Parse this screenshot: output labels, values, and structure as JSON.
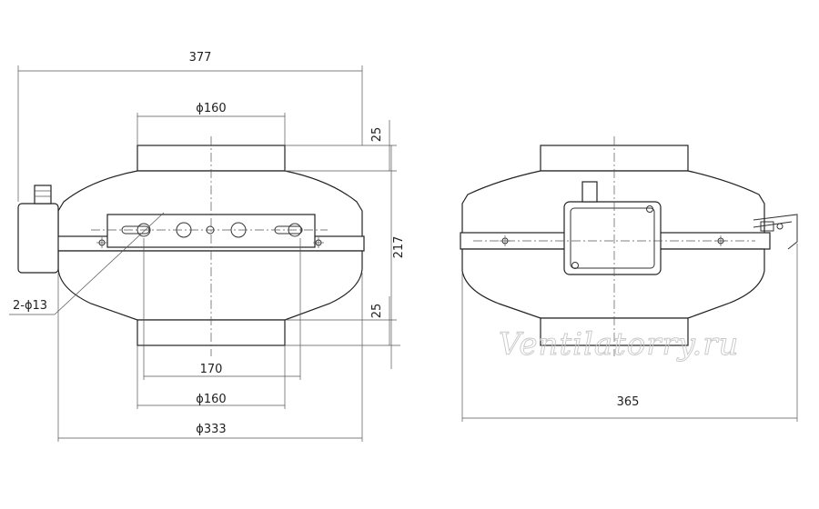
{
  "watermark": "Ventilatorry.ru",
  "front_view": {
    "overall_width": "377",
    "outlet_diameter_top": "ϕ160",
    "collar_height_top": "25",
    "total_height": "217",
    "collar_height_bottom": "25",
    "mounting_holes": "2-ϕ13",
    "hole_spacing": "170",
    "inlet_diameter_bottom": "ϕ160",
    "housing_diameter": "ϕ333"
  },
  "side_view": {
    "overall_depth": "365"
  }
}
